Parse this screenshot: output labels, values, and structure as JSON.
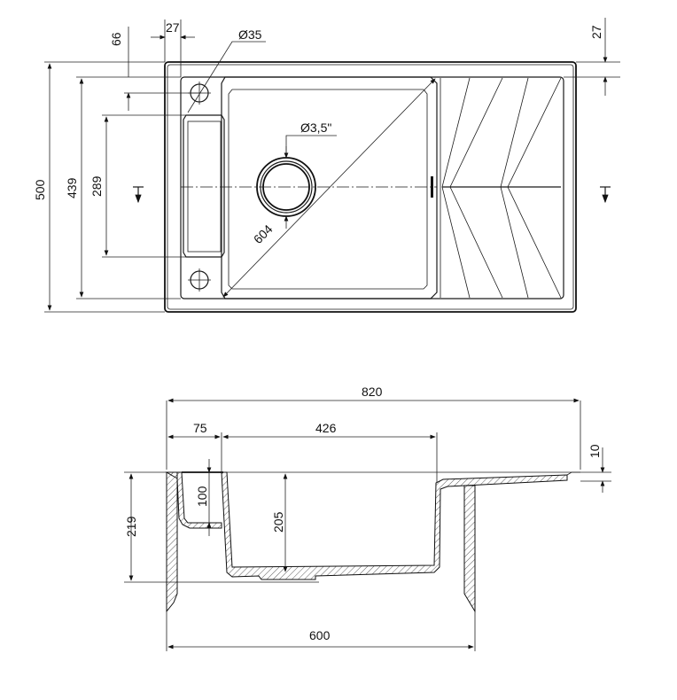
{
  "top_view": {
    "dim_width_overall": "500",
    "dim_inner_width": "439",
    "dim_shelf_length": "289",
    "dim_hole_offset": "66",
    "dim_hole_left": "27",
    "dim_hole_diameter": "Ø35",
    "dim_edge_right": "27",
    "dim_drain_diameter": "Ø3,5\"",
    "dim_diagonal": "604"
  },
  "side_view": {
    "dim_total_length": "820",
    "dim_shelf_width": "75",
    "dim_bowl_width": "426",
    "dim_drainer_height": "10",
    "dim_total_depth": "219",
    "dim_shelf_depth": "100",
    "dim_bowl_depth": "205",
    "dim_cabinet_width": "600"
  }
}
